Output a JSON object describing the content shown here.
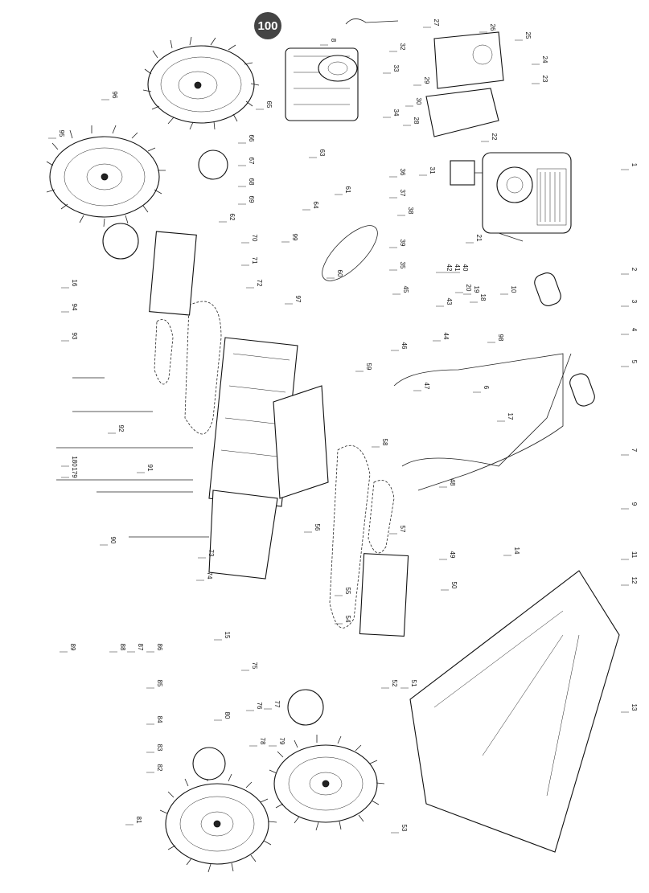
{
  "badge": "100",
  "callouts": [
    "1",
    "2",
    "3",
    "4",
    "5",
    "6",
    "7",
    "8",
    "9",
    "10",
    "11",
    "12",
    "13",
    "14",
    "15",
    "16",
    "17",
    "18",
    "19",
    "20",
    "21",
    "22",
    "23",
    "24",
    "25",
    "26",
    "27",
    "28",
    "29",
    "30",
    "31",
    "32",
    "33",
    "34",
    "35",
    "36",
    "37",
    "38",
    "39",
    "40",
    "41",
    "42",
    "43",
    "44",
    "45",
    "46",
    "47",
    "48",
    "49",
    "50",
    "51",
    "52",
    "53",
    "54",
    "55",
    "56",
    "57",
    "58",
    "59",
    "60",
    "61",
    "62",
    "63",
    "64",
    "65",
    "66",
    "67",
    "68",
    "69",
    "70",
    "71",
    "72",
    "73",
    "74",
    "75",
    "76",
    "77",
    "78",
    "79",
    "80",
    "81",
    "82",
    "83",
    "84",
    "85",
    "86",
    "87",
    "88",
    "89",
    "90",
    "91",
    "92",
    "93",
    "94",
    "95",
    "96",
    "97",
    "98",
    "99",
    "179",
    "180"
  ]
}
